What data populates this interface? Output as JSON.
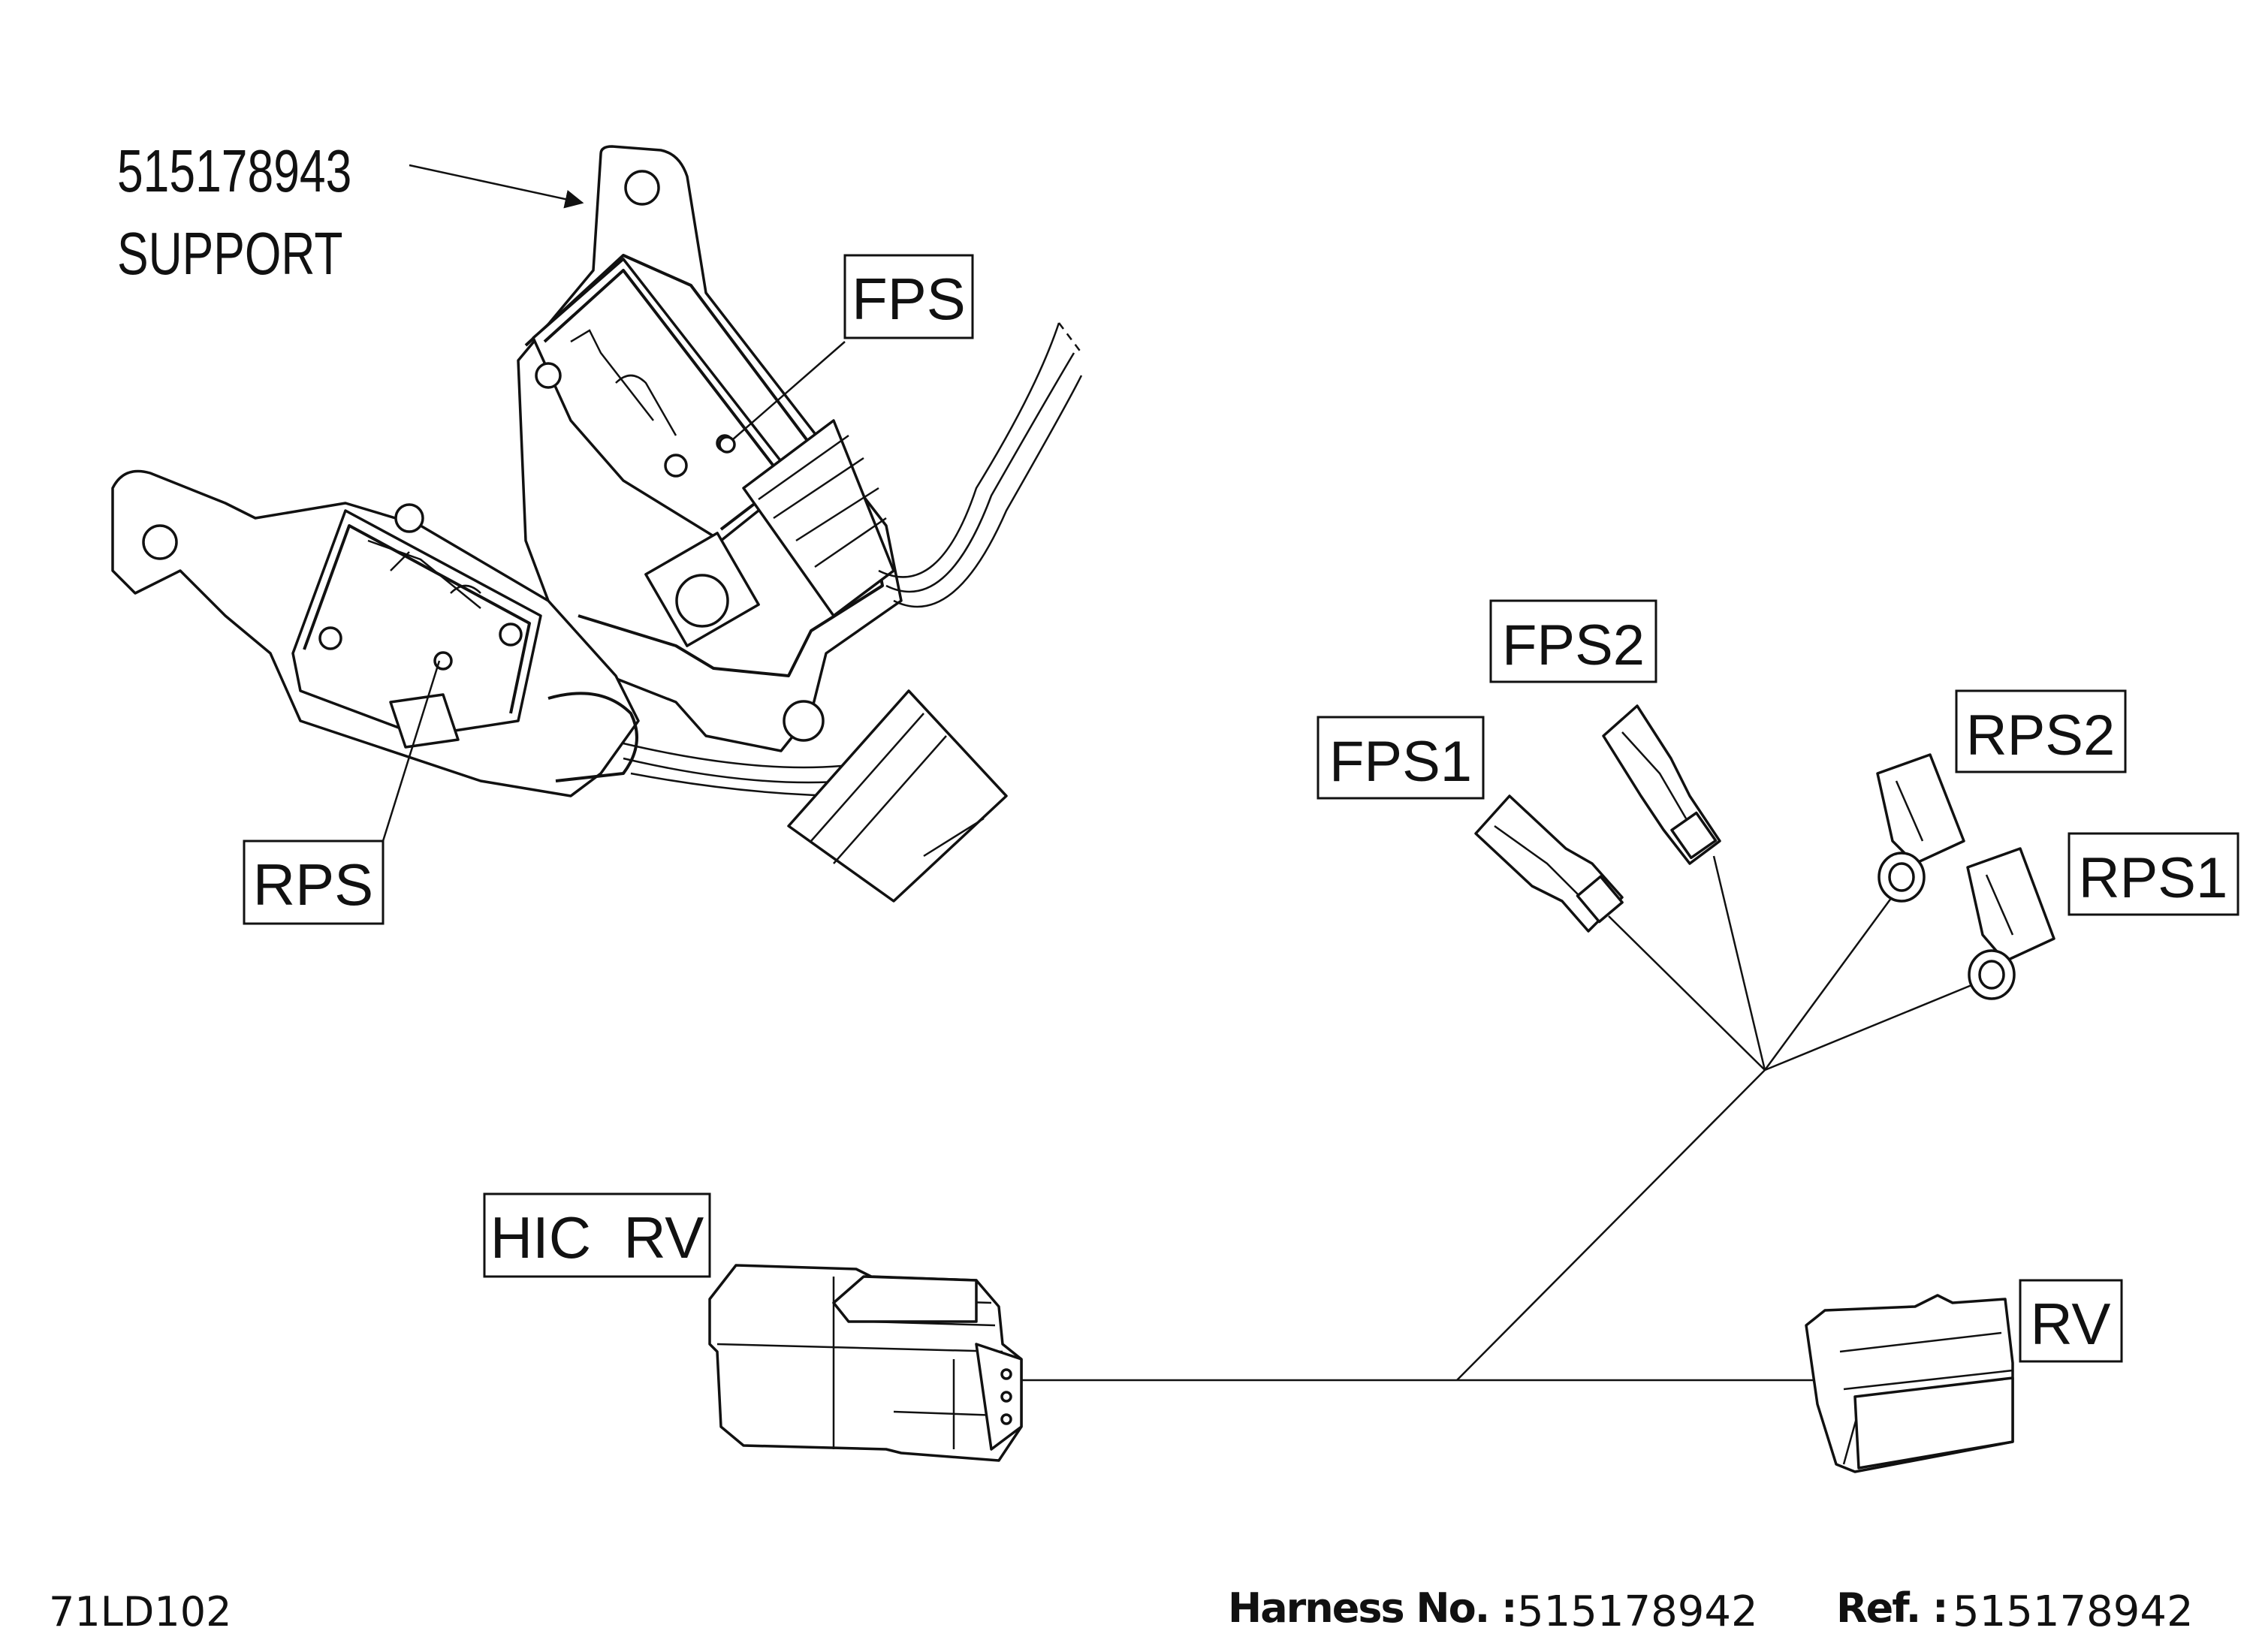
{
  "support": {
    "part_no": "515178943",
    "name": "SUPPORT"
  },
  "labels": {
    "fps": "FPS",
    "rps": "RPS",
    "fps1": "FPS1",
    "fps2": "FPS2",
    "rps1": "RPS1",
    "rps2": "RPS2",
    "hic_rv": "HIC  RV",
    "rv": "RV"
  },
  "footer": {
    "drawing_code": "71LD102",
    "harness_label": "Harness No. :",
    "harness_no": "515178942",
    "ref_label": "Ref. :",
    "ref_no": "515178942"
  }
}
